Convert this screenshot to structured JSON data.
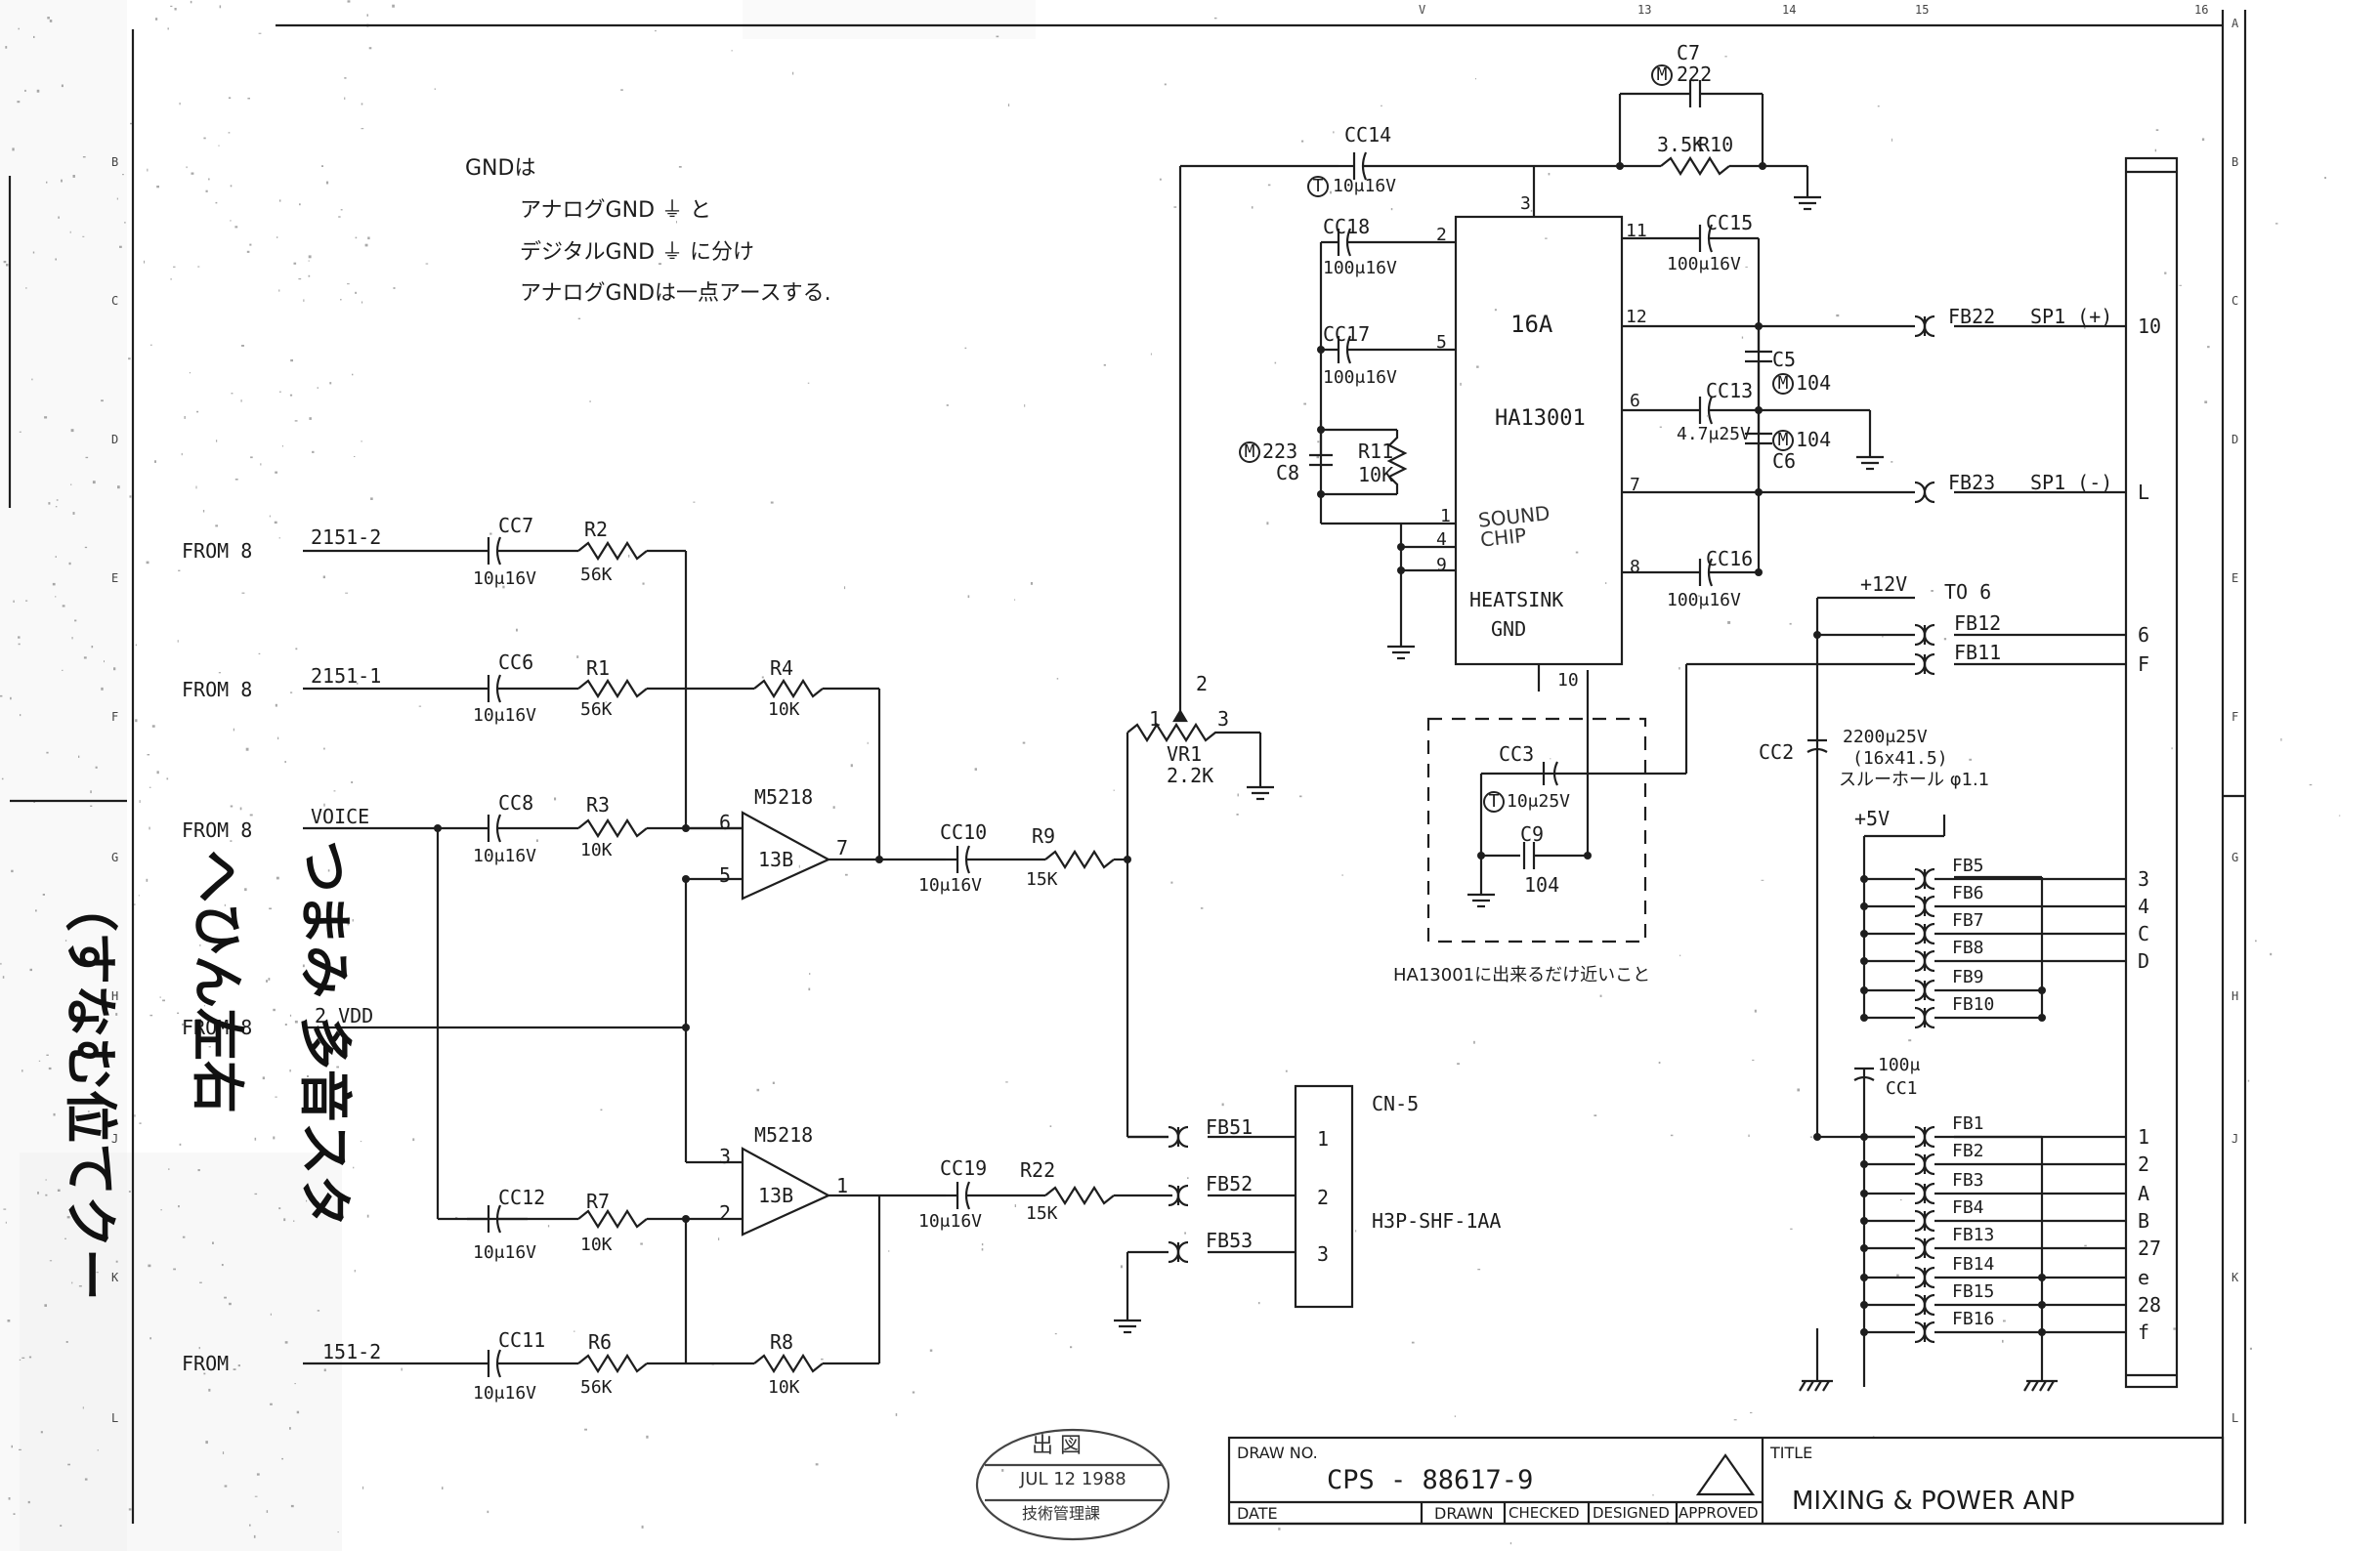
{
  "notes": {
    "line1": "GNDは",
    "line2": "アナログGND ⏚ と",
    "line3": "デジタルGND ⏚ に分け",
    "line4": "アナログGNDは一点アースする."
  },
  "inputs": [
    {
      "from": "FROM 8",
      "signal": "2151-2"
    },
    {
      "from": "FROM 8",
      "signal": "2151-1"
    },
    {
      "from": "FROM 8",
      "signal": "VOICE"
    },
    {
      "from": "FROM 8",
      "signal": "2 VDD"
    },
    {
      "from": "FROM",
      "signal": "151-2"
    }
  ],
  "components": {
    "cc7": {
      "ref": "CC7",
      "value": "10μ16V"
    },
    "r2": {
      "ref": "R2",
      "value": "56K"
    },
    "cc6": {
      "ref": "CC6",
      "value": "10μ16V"
    },
    "r1": {
      "ref": "R1",
      "value": "56K"
    },
    "r4": {
      "ref": "R4",
      "value": "10K"
    },
    "cc8": {
      "ref": "CC8",
      "value": "10μ16V"
    },
    "r3": {
      "ref": "R3",
      "value": "10K"
    },
    "cc12": {
      "ref": "CC12",
      "value": "10μ16V"
    },
    "r7": {
      "ref": "R7",
      "value": "10K"
    },
    "cc11": {
      "ref": "CC11",
      "value": "10μ16V"
    },
    "r6": {
      "ref": "R6",
      "value": "56K"
    },
    "r8": {
      "ref": "R8",
      "value": "10K"
    },
    "opamp1": {
      "ref": "M5218",
      "unit": "13B",
      "pin_in_neg": "6",
      "pin_in_pos": "5",
      "pin_out": "7"
    },
    "opamp2": {
      "ref": "M5218",
      "unit": "13B",
      "pin_in_pos": "3",
      "pin_in_neg": "2",
      "pin_out": "1"
    },
    "cc10": {
      "ref": "CC10",
      "value": "10μ16V"
    },
    "r9": {
      "ref": "R9",
      "value": "15K"
    },
    "cc19": {
      "ref": "CC19",
      "value": "10μ16V"
    },
    "r22": {
      "ref": "R22",
      "value": "15K"
    },
    "vr1": {
      "ref": "VR1",
      "value": "2.2K",
      "pin1": "1",
      "pin2": "2",
      "pin3": "3"
    },
    "cc14": {
      "ref": "CC14",
      "value": "10μ16V",
      "mark": "T"
    },
    "c7": {
      "ref": "C7",
      "value": "222",
      "mark": "M"
    },
    "r10": {
      "ref": "R10",
      "value": "3.5K"
    },
    "cc18": {
      "ref": "CC18",
      "value": "100μ16V"
    },
    "cc17": {
      "ref": "CC17",
      "value": "100μ16V"
    },
    "c8": {
      "ref": "C8",
      "value": "223",
      "mark": "M"
    },
    "r11": {
      "ref": "R11",
      "value": "10K"
    },
    "cc15": {
      "ref": "CC15",
      "value": "100μ16V"
    },
    "c5": {
      "ref": "C5",
      "value": "104",
      "mark": "M"
    },
    "cc13": {
      "ref": "CC13",
      "value": "4.7μ25V"
    },
    "c6": {
      "ref": "C6",
      "value": "104",
      "mark": "M"
    },
    "cc16": {
      "ref": "CC16",
      "value": "100μ16V"
    },
    "cc3": {
      "ref": "CC3",
      "value": "10μ25V",
      "mark": "T"
    },
    "c9": {
      "ref": "C9",
      "value": "104"
    },
    "cc2": {
      "ref": "CC2",
      "value": "2200μ25V",
      "size": "(16x41.5)",
      "note": "スルーホール φ1.1"
    },
    "cc1": {
      "ref": "CC1",
      "value": "100μ"
    }
  },
  "ic": {
    "ref": "16A",
    "part": "HA13001",
    "heatsink": "HEATSINK",
    "gnd": "GND",
    "handwritten": "SOUND CHIP",
    "pins": {
      "p1": "1",
      "p2": "2",
      "p3": "3",
      "p4": "4",
      "p5": "5",
      "p6": "6",
      "p7": "7",
      "p8": "8",
      "p9": "9",
      "p10": "10",
      "p11": "11",
      "p12": "12"
    }
  },
  "dashed_box_note": "HA13001に出来るだけ近いこと",
  "outputs": {
    "fb22": "FB22",
    "sp1_pos": "SP1 (+)",
    "fb23": "FB23",
    "sp1_neg": "SP1 (-)",
    "plus12": "+12V",
    "to6": "TO 6",
    "fb12": "FB12",
    "fb11": "FB11",
    "plus5": "+5V"
  },
  "fb_group_a": [
    "FB5",
    "FB6",
    "FB7",
    "FB8",
    "FB9",
    "FB10"
  ],
  "fb_group_b": [
    "FB1",
    "FB2",
    "FB3",
    "FB4",
    "FB13",
    "FB14",
    "FB15",
    "FB16"
  ],
  "connector_pins": [
    "10",
    "L",
    "6",
    "F",
    "3",
    "4",
    "C",
    "D",
    "1",
    "2",
    "A",
    "B",
    "27",
    "e",
    "28",
    "f"
  ],
  "cn5": {
    "ref": "CN-5",
    "part": "H3P-SHF-1AA",
    "pins": [
      "1",
      "2",
      "3"
    ],
    "fbs": [
      "FB51",
      "FB52",
      "FB53"
    ]
  },
  "border": {
    "cols_top": [
      "V",
      "13",
      "14",
      "15",
      "16"
    ],
    "rows_right": [
      "A",
      "B",
      "C",
      "D",
      "E",
      "F",
      "G",
      "H",
      "J",
      "K",
      "L"
    ],
    "rows_left": [
      "B",
      "C",
      "D",
      "E",
      "F",
      "G",
      "H",
      "J",
      "K",
      "L"
    ]
  },
  "title_block": {
    "draw_no_label": "DRAW NO.",
    "draw_no": "CPS - 88617-9",
    "date_label": "DATE",
    "drawn": "DRAWN",
    "checked": "CHECKED",
    "designed": "DESIGNED",
    "approved": "APPROVED",
    "title_label": "TITLE",
    "title": "MIXING & POWER ANP"
  },
  "stamp": {
    "top": "出 図",
    "date": "JUL 12 1988",
    "bottom": "技術管理課"
  },
  "margin_script": [
    "つまみ 多音スタ",
    "へひん左右",
    "（すなむ位てクー"
  ]
}
